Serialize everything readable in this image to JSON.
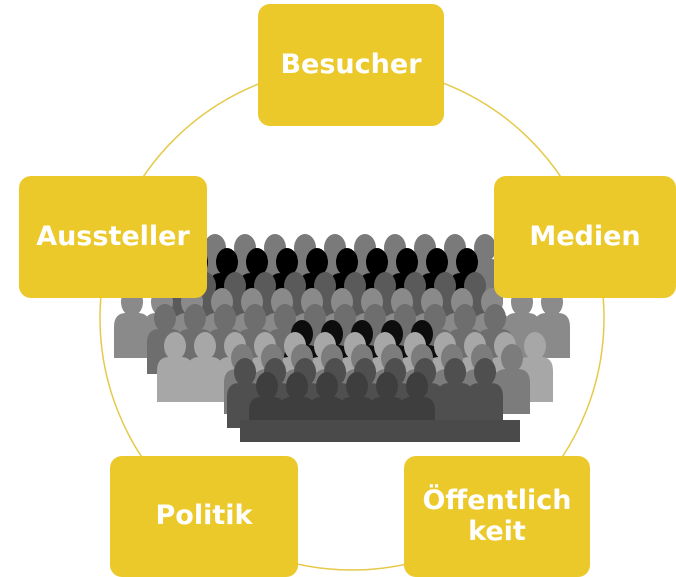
{
  "diagram": {
    "accent": "#ebc92b",
    "ring_color": "#e6c94a",
    "center_image": "crowd-silhouettes",
    "nodes": {
      "top": {
        "label": "Besucher"
      },
      "left": {
        "label": "Aussteller"
      },
      "right": {
        "label": "Medien"
      },
      "bottom_left": {
        "label": "Politik"
      },
      "bottom_right": {
        "label_line1": "Öffentlich",
        "label_line2": "keit"
      }
    }
  }
}
